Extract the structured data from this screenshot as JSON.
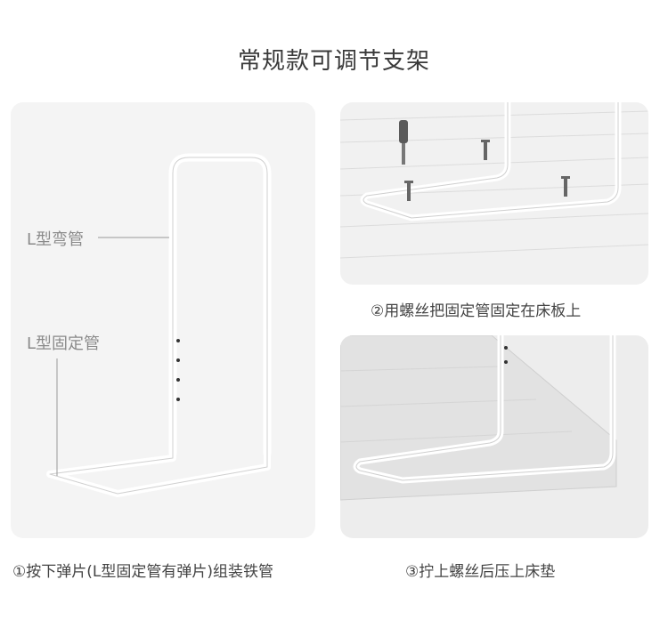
{
  "title": "常规款可调节支架",
  "labels": {
    "bend_tube": "L型弯管",
    "fixed_tube": "L型固定管"
  },
  "captions": {
    "step1": "①按下弹片(L型固定管有弹片)组装铁管",
    "step2": "②用螺丝把固定管固定在床板上",
    "step3": "③拧上螺丝后压上床垫"
  },
  "icons": [
    "screwdriver-icon",
    "screw-icon"
  ]
}
